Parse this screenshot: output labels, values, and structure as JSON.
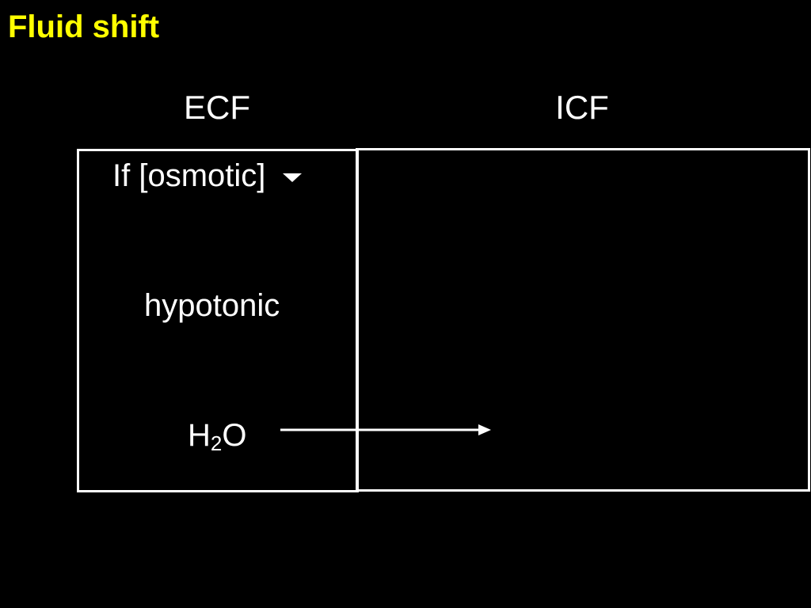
{
  "title": "Fluid shift",
  "columns": {
    "ecf_label": "ECF",
    "icf_label": "ICF"
  },
  "ecf_box": {
    "condition_text": "If [osmotic]",
    "condition_icon": "triangle-down-icon",
    "tonicity_label": "hypotonic",
    "water_symbol": {
      "main": "H",
      "subscript": "2",
      "tail": "O"
    },
    "flow_direction": "ECF to ICF"
  },
  "colors": {
    "background": "#000000",
    "title": "#ffff00",
    "text": "#ffffff",
    "lines": "#ffffff"
  }
}
